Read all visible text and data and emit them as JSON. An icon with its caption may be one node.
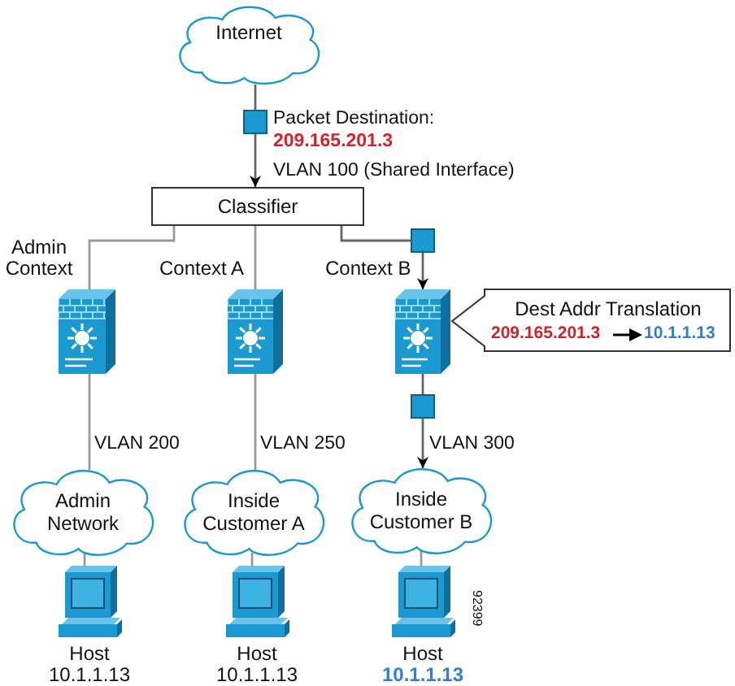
{
  "diagram": {
    "nodes": [
      {
        "text": [
          "Internet"
        ]
      },
      {
        "text": [
          "Classifier"
        ]
      },
      {
        "text": [],
        "shape": "picture",
        "beside": [
          "Admin Context"
        ]
      },
      {
        "text": [],
        "shape": "picture",
        "beside": [
          "Context A"
        ]
      },
      {
        "text": [],
        "shape": "picture",
        "beside": [
          "Context B"
        ]
      },
      {
        "text": [
          "Dest Addr Translation",
          "209.165.201.3",
          "10.1.1.13"
        ]
      },
      {
        "text": [
          "Admin Network"
        ]
      },
      {
        "text": [
          "Inside Customer A"
        ]
      },
      {
        "text": [
          "Inside Customer B"
        ]
      },
      {
        "text": [
          "Host",
          "10.1.1.13"
        ]
      },
      {
        "text": [
          "Host",
          "10.1.1.13"
        ]
      },
      {
        "text": [
          "Host",
          "10.1.1.13"
        ]
      }
    ],
    "edges": [
      {
        "from": 0,
        "to": 1,
        "arrow": "to"
      },
      {
        "from": 1,
        "to": 2,
        "arrow": "none"
      },
      {
        "from": 1,
        "to": 3,
        "arrow": "none"
      },
      {
        "from": 1,
        "to": 4,
        "arrow": "to"
      },
      {
        "from": 2,
        "to": 6,
        "arrow": "none"
      },
      {
        "from": 3,
        "to": 7,
        "arrow": "none"
      },
      {
        "from": 4,
        "to": 8,
        "arrow": "to"
      },
      {
        "from": 6,
        "to": 9,
        "arrow": "none"
      },
      {
        "from": 7,
        "to": 10,
        "arrow": "none"
      },
      {
        "from": 8,
        "to": 11,
        "arrow": "none"
      }
    ],
    "labels": [
      "Packet Destination:",
      "209.165.201.3",
      "VLAN 100 (Shared Interface)",
      "VLAN 200",
      "VLAN 250",
      "VLAN 300",
      "92399"
    ]
  }
}
